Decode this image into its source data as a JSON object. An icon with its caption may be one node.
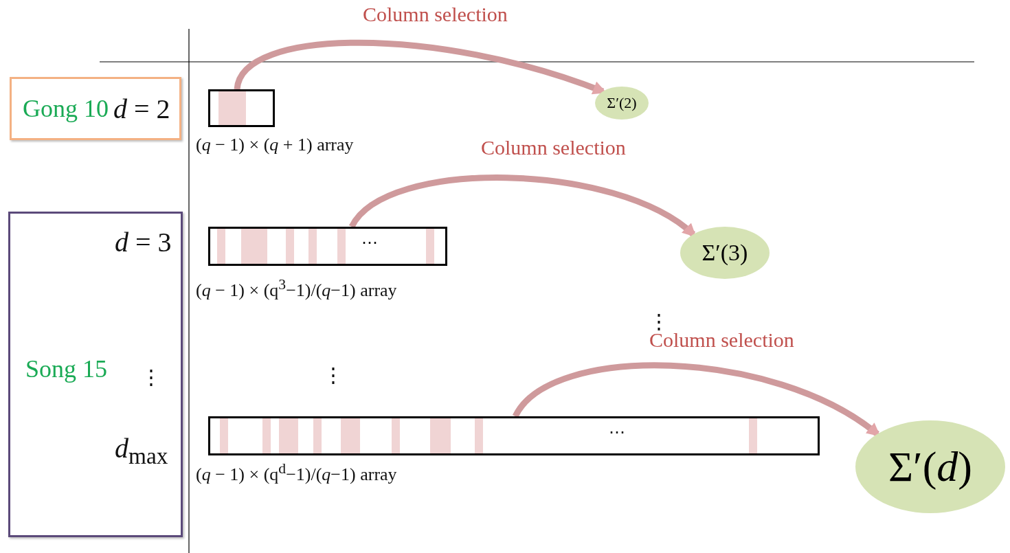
{
  "diagram": {
    "nodes": [
      {
        "text": [
          "Gong 10",
          "*d* = 2"
        ]
      },
      {
        "text": [
          "Song 15",
          "*d* = 3",
          "⋮",
          "*d*$_{max}$"
        ]
      },
      {
        "text": [],
        "shape": "box",
        "beside": [
          "(*q* − 1) × (*q* + 1) array"
        ]
      },
      {
        "text": [
          "Σ′(2)"
        ]
      },
      {
        "text": [
          "⋯"
        ],
        "beside": [
          "(*q* − 1) × (q$^{3}$−1)/(*q*−1) array"
        ]
      },
      {
        "text": [
          "Σ′(3)"
        ]
      },
      {
        "text": [
          "⋯"
        ],
        "beside": [
          "(*q* − 1) × (q$^{d}$−1)/(*q*−1) array"
        ]
      },
      {
        "text": [
          "Σ′(*d*)"
        ]
      }
    ],
    "edges": [
      {
        "from": 2,
        "to": 3,
        "arrow": "to",
        "label": "Column selection"
      },
      {
        "from": 4,
        "to": 5,
        "arrow": "to",
        "label": "Column selection"
      },
      {
        "from": 6,
        "to": 7,
        "arrow": "to",
        "label": "Column selection"
      }
    ],
    "labels": [
      "⋮",
      "⋮"
    ]
  }
}
